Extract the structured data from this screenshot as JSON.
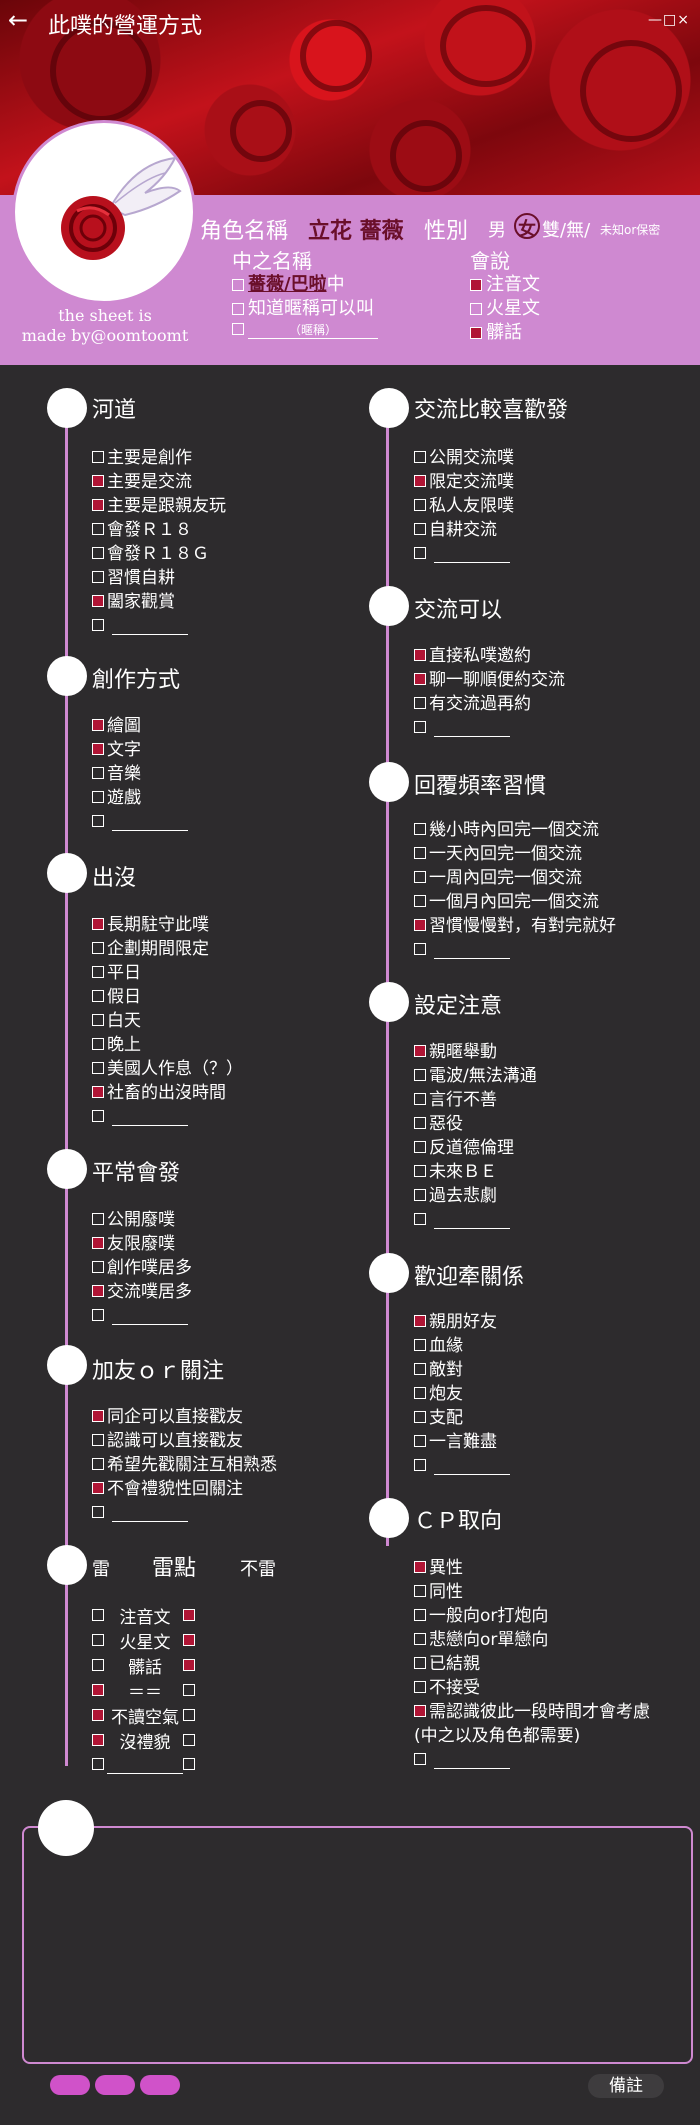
{
  "header": {
    "back_icon": "←",
    "title": "此噗的營運方式",
    "window_controls": "—□×"
  },
  "madeby": {
    "line1": "the sheet is",
    "line2": "made by@oomtoomt"
  },
  "profile": {
    "role_label": "角色名稱",
    "role_name": "立花 薔薇",
    "gender_label": "性別",
    "gender_male": "男",
    "gender_female": "女",
    "gender_rest": "雙/無/",
    "gender_unknown": "未知or保密",
    "nickname_title": "中之名稱",
    "nick1": "薔薇/巴啦",
    "nick1_suffix": "中",
    "nick2": "知道暱稱可以叫",
    "nick3_hint": "（暱稱）",
    "lang_title": "會說",
    "lang1": "注音文",
    "lang2": "火星文",
    "lang3": "髒話"
  },
  "left": {
    "s1": {
      "title": "河道",
      "items": [
        {
          "t": "主要是創作",
          "on": false
        },
        {
          "t": "主要是交流",
          "on": true
        },
        {
          "t": "主要是跟親友玩",
          "on": true
        },
        {
          "t": "會發Ｒ１８",
          "on": false
        },
        {
          "t": "會發Ｒ１８Ｇ",
          "on": false
        },
        {
          "t": "習慣自耕",
          "on": false
        },
        {
          "t": "闔家觀賞",
          "on": true
        }
      ]
    },
    "s2": {
      "title": "創作方式",
      "items": [
        {
          "t": "繪圖",
          "on": true
        },
        {
          "t": "文字",
          "on": true
        },
        {
          "t": "音樂",
          "on": false
        },
        {
          "t": "遊戲",
          "on": false
        }
      ]
    },
    "s3": {
      "title": "出沒",
      "items": [
        {
          "t": "長期駐守此噗",
          "on": true
        },
        {
          "t": "企劃期間限定",
          "on": false
        },
        {
          "t": "平日",
          "on": false
        },
        {
          "t": "假日",
          "on": false
        },
        {
          "t": "白天",
          "on": false
        },
        {
          "t": "晚上",
          "on": false
        },
        {
          "t": "美國人作息（？）",
          "on": false
        },
        {
          "t": "社畜的出沒時間",
          "on": true
        }
      ]
    },
    "s4": {
      "title": "平常會發",
      "items": [
        {
          "t": "公開廢噗",
          "on": false
        },
        {
          "t": "友限廢噗",
          "on": true
        },
        {
          "t": "創作噗居多",
          "on": false
        },
        {
          "t": "交流噗居多",
          "on": true
        }
      ]
    },
    "s5": {
      "title": "加友ｏｒ關注",
      "items": [
        {
          "t": "同企可以直接戳友",
          "on": true
        },
        {
          "t": "認識可以直接戳友",
          "on": false
        },
        {
          "t": "希望先戳關注互相熟悉",
          "on": false
        },
        {
          "t": "不會禮貌性回關注",
          "on": true
        }
      ]
    },
    "s6": {
      "title_lei": "雷",
      "title": "雷點",
      "title_nolei": "不雷",
      "rows": [
        {
          "t": "注音文",
          "a": false,
          "b": true
        },
        {
          "t": "火星文",
          "a": false,
          "b": true
        },
        {
          "t": "髒話",
          "a": false,
          "b": true
        },
        {
          "t": "＝＝",
          "a": true,
          "b": false
        },
        {
          "t": "不讀空氣",
          "a": true,
          "b": false
        },
        {
          "t": "沒禮貌",
          "a": true,
          "b": false
        }
      ]
    }
  },
  "right": {
    "s1": {
      "title": "交流比較喜歡發",
      "items": [
        {
          "t": "公開交流噗",
          "on": false
        },
        {
          "t": "限定交流噗",
          "on": true
        },
        {
          "t": "私人友限噗",
          "on": false
        },
        {
          "t": "自耕交流",
          "on": false
        }
      ]
    },
    "s2": {
      "title": "交流可以",
      "items": [
        {
          "t": "直接私噗邀約",
          "on": true
        },
        {
          "t": "聊一聊順便約交流",
          "on": true
        },
        {
          "t": "有交流過再約",
          "on": false
        }
      ]
    },
    "s3": {
      "title": "回覆頻率習慣",
      "items": [
        {
          "t": "幾小時內回完一個交流",
          "on": false
        },
        {
          "t": "一天內回完一個交流",
          "on": false
        },
        {
          "t": "一周內回完一個交流",
          "on": false
        },
        {
          "t": "一個月內回完一個交流",
          "on": false
        },
        {
          "t": "習慣慢慢對，有對完就好",
          "on": true
        }
      ]
    },
    "s4": {
      "title": "設定注意",
      "items": [
        {
          "t": "親暱舉動",
          "on": true
        },
        {
          "t": "電波/無法溝通",
          "on": false
        },
        {
          "t": "言行不善",
          "on": false
        },
        {
          "t": "惡役",
          "on": false
        },
        {
          "t": "反道德倫理",
          "on": false
        },
        {
          "t": "未來ＢＥ",
          "on": false
        },
        {
          "t": "過去悲劇",
          "on": false
        }
      ]
    },
    "s5": {
      "title": "歡迎牽關係",
      "items": [
        {
          "t": "親朋好友",
          "on": true
        },
        {
          "t": "血緣",
          "on": false
        },
        {
          "t": "敵對",
          "on": false
        },
        {
          "t": "炮友",
          "on": false
        },
        {
          "t": "支配",
          "on": false
        },
        {
          "t": "一言難盡",
          "on": false
        }
      ]
    },
    "s6": {
      "title": "ＣＰ取向",
      "items": [
        {
          "t": "異性",
          "on": true
        },
        {
          "t": "同性",
          "on": false
        },
        {
          "t": "一般向or打炮向",
          "on": false
        },
        {
          "t": "悲戀向or單戀向",
          "on": false
        },
        {
          "t": "已結親",
          "on": false
        },
        {
          "t": "不接受",
          "on": false
        },
        {
          "t": "需認識彼此一段時間才會考慮",
          "on": true
        }
      ],
      "note": "(中之以及角色都需要)"
    }
  },
  "footer": {
    "note_button": "備註"
  },
  "colors": {
    "accent_pink": "#cf89d1",
    "check_red": "#b01535",
    "bg": "#2d2b2d"
  }
}
